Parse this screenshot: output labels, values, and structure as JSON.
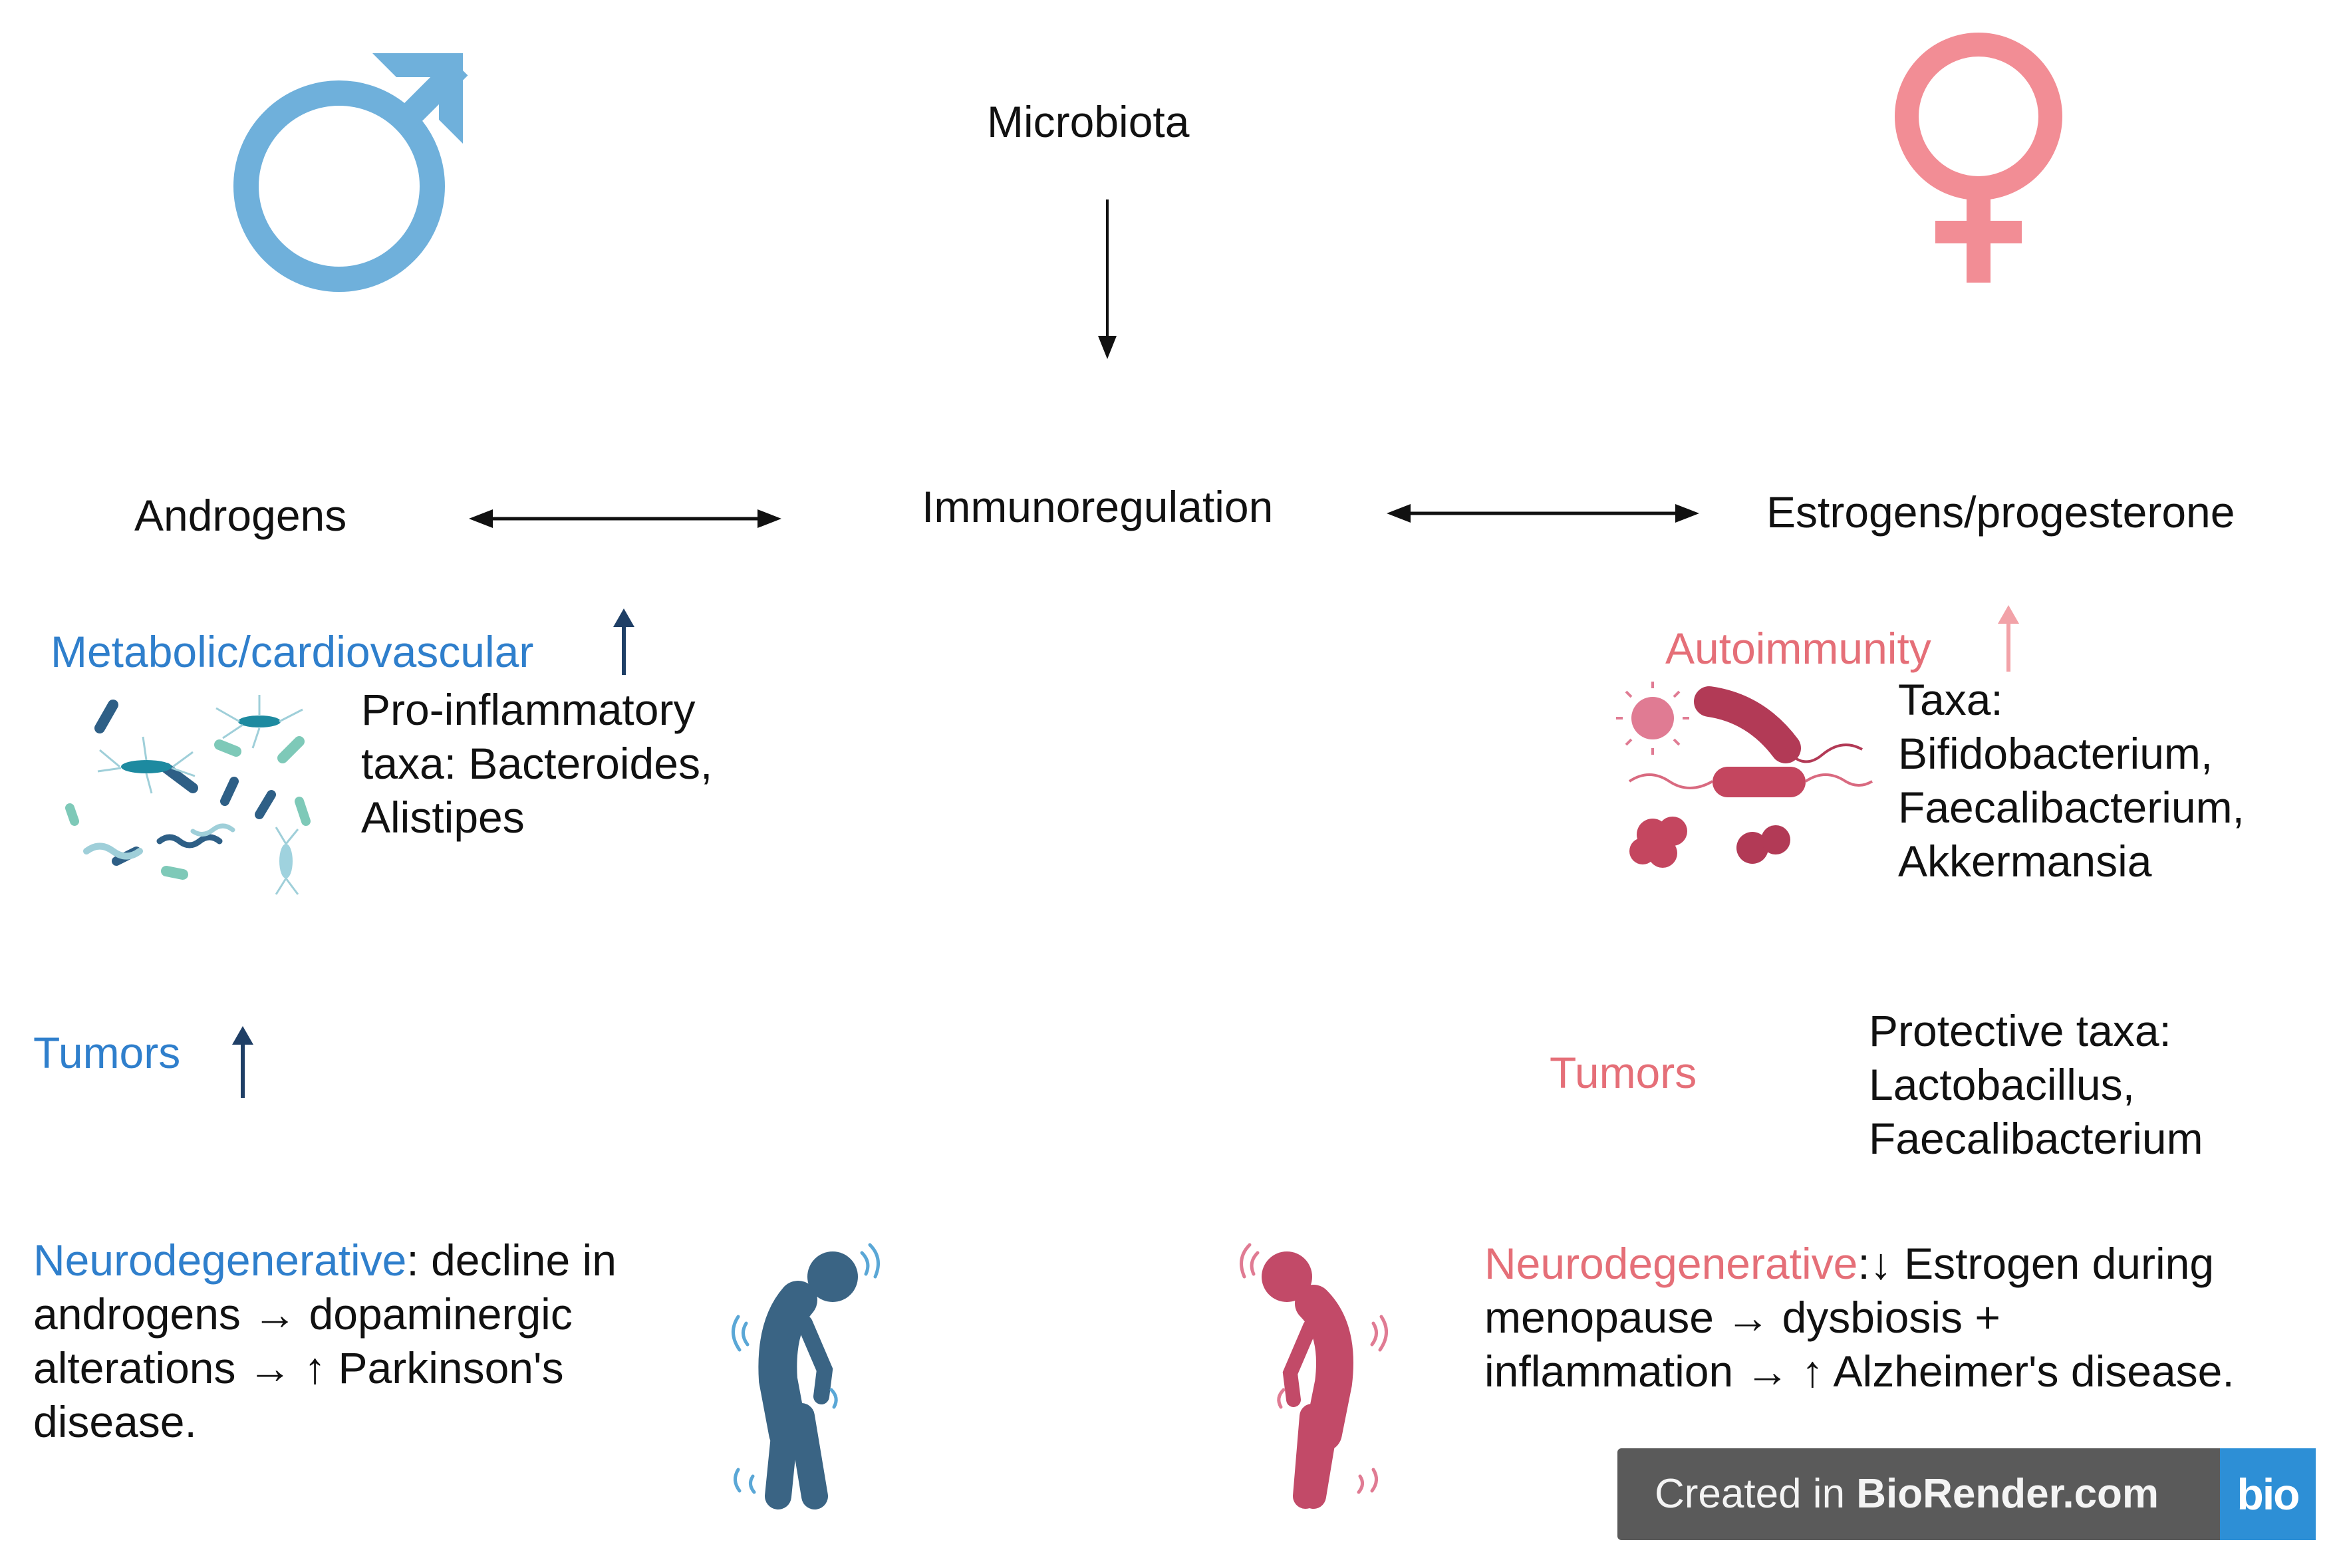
{
  "center": {
    "microbiota": "Microbiota",
    "immunoregulation": "Immunoregulation"
  },
  "male": {
    "hormone": "Androgens",
    "metabolic_label": "Metabolic/cardiovascular",
    "metabolic_taxa": [
      "Pro-inflammatory",
      "taxa: Bacteroides,",
      "Alistipes"
    ],
    "tumors_label": "Tumors",
    "neuro_label": "Neurodegenerative",
    "neuro_lines": [
      ": decline in",
      "androgens → dopaminergic",
      "alterations → ↑ Parkinson's",
      "disease."
    ]
  },
  "female": {
    "hormone": "Estrogens/progesterone",
    "autoimmunity_label": "Autoimmunity",
    "autoimmunity_taxa": [
      "Taxa:",
      "Bifidobacterium,",
      "Faecalibacterium,",
      "Akkermansia"
    ],
    "tumors_label": "Tumors",
    "tumors_taxa": [
      "Protective taxa:",
      "Lactobacillus,",
      "Faecalibacterium"
    ],
    "neuro_label": "Neurodegenerative",
    "neuro_lines": [
      ":↓ Estrogen during",
      "menopause → dysbiosis +",
      "inflammation → ↑ Alzheimer's disease."
    ]
  },
  "badge": {
    "prefix": "Created in ",
    "brand": "BioRender.com",
    "logo": "bio"
  },
  "colors": {
    "male": "#6fb0db",
    "male_text": "#2f7fcc",
    "male_figure": "#3a6484",
    "female": "#f28d95",
    "female_text": "#e56f78",
    "female_figure": "#c24a68",
    "arrow_dark": "#1f3f66",
    "badge_bg": "#5a5a5a",
    "badge_logo": "#2d8fd6"
  },
  "icons": [
    "male-symbol-icon",
    "female-symbol-icon",
    "bacteria-cluster-icon",
    "microbe-cluster-icon",
    "stooped-person-icon"
  ]
}
